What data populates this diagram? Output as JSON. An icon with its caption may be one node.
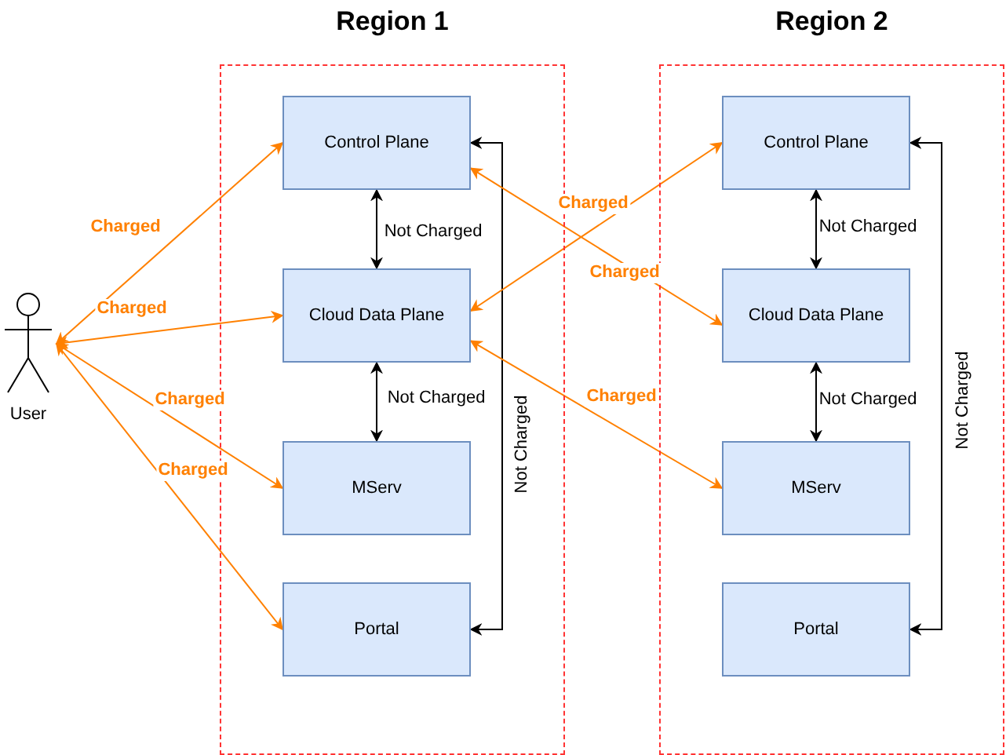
{
  "diagram": {
    "nodes": [
      {
        "text": [
          "Region 1"
        ]
      },
      {
        "text": [
          "Control Plane"
        ],
        "in": 0
      },
      {
        "text": [
          "Cloud Data Plane"
        ],
        "in": 0
      },
      {
        "text": [
          "MServ"
        ],
        "in": 0
      },
      {
        "text": [
          "Portal"
        ],
        "in": 0
      },
      {
        "text": [
          "Region 2"
        ]
      },
      {
        "text": [
          "Control Plane"
        ],
        "in": 5
      },
      {
        "text": [
          "Cloud Data Plane"
        ],
        "in": 5
      },
      {
        "text": [
          "MServ"
        ],
        "in": 5
      },
      {
        "text": [
          "Portal"
        ],
        "in": 5
      },
      {
        "text": [
          "User"
        ]
      }
    ],
    "edges": [
      {
        "from": 10,
        "to": 1,
        "arrow": "both",
        "label": "Charged"
      },
      {
        "from": 10,
        "to": 2,
        "arrow": "both",
        "label": "Charged"
      },
      {
        "from": 10,
        "to": 3,
        "arrow": "both",
        "label": "Charged"
      },
      {
        "from": 10,
        "to": 4,
        "arrow": "both",
        "label": "Charged"
      },
      {
        "from": 1,
        "to": 2,
        "arrow": "both",
        "label": "Not Charged",
        "color": "#000000"
      },
      {
        "from": 2,
        "to": 3,
        "arrow": "both",
        "label": "Not Charged",
        "color": "#000000"
      },
      {
        "from": 1,
        "to": 4,
        "arrow": "both",
        "label": "Not Charged",
        "color": "#000000"
      },
      {
        "from": 1,
        "to": 7,
        "arrow": "both",
        "label": "Charged"
      },
      {
        "from": 2,
        "to": 6,
        "arrow": "both",
        "label": "Charged"
      },
      {
        "from": 2,
        "to": 8,
        "arrow": "both",
        "label": "Charged"
      },
      {
        "from": 6,
        "to": 7,
        "arrow": "both",
        "label": "Not Charged",
        "color": "#000000"
      },
      {
        "from": 7,
        "to": 8,
        "arrow": "both",
        "label": "Not Charged",
        "color": "#000000"
      },
      {
        "from": 6,
        "to": 9,
        "arrow": "both",
        "label": "Not Charged",
        "color": "#000000"
      }
    ]
  }
}
